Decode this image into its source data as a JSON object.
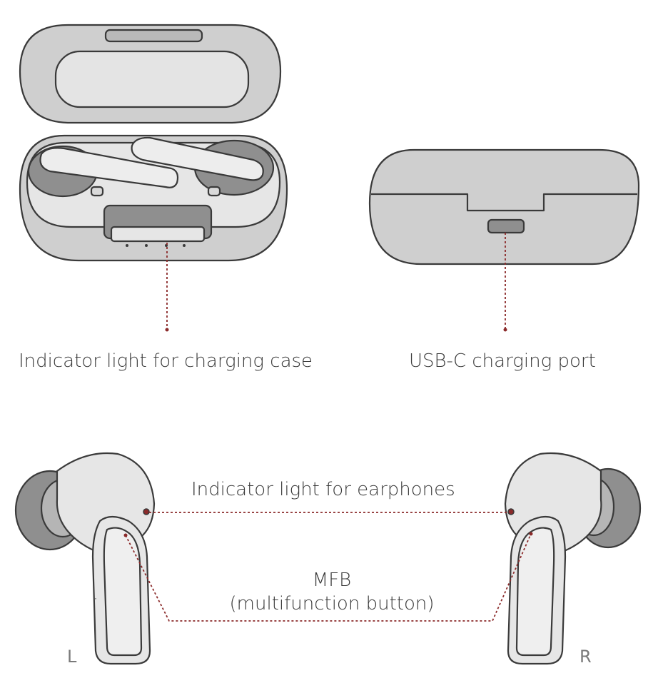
{
  "labels": {
    "case_indicator": "Indicator light for charging case",
    "usb_c_port": "USB-C charging port",
    "earphone_indicator": "Indicator light for earphones",
    "mfb_title": "MFB",
    "mfb_subtitle": "(multifunction button)",
    "left_side": "L",
    "right_side": "R"
  },
  "colors": {
    "line_art": "#3a3a3a",
    "fill_light": "#e6e6e6",
    "fill_mid": "#c9c9c9",
    "fill_dark": "#8f8f8f",
    "callout": "#8b2a2a"
  },
  "icons": [
    "open-charging-case-icon",
    "closed-charging-case-icon",
    "left-earbud-icon",
    "right-earbud-icon"
  ]
}
